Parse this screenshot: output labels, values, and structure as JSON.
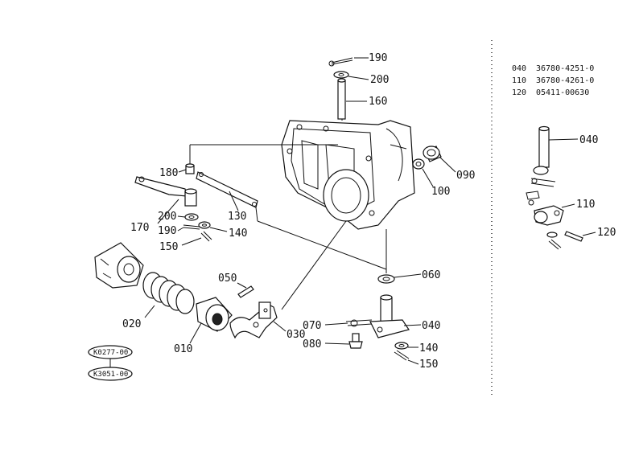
{
  "callouts": {
    "c190_top": "190",
    "c200_top": "200",
    "c160": "160",
    "c090": "090",
    "c100": "100",
    "c180": "180",
    "c170": "170",
    "c130": "130",
    "c200_left": "200",
    "c190_left": "190",
    "c140_left": "140",
    "c150_left": "150",
    "c050": "050",
    "c060": "060",
    "c020": "020",
    "c010": "010",
    "c030": "030",
    "c070": "070",
    "c040_main": "040",
    "c080": "080",
    "c140_low": "140",
    "c150_low": "150",
    "c040_inset": "040",
    "c110": "110",
    "c120": "120"
  },
  "references": {
    "ref_top": "K0277-00",
    "ref_bottom": "K3051-00"
  },
  "parts_list": [
    {
      "ref": "040",
      "part_no": "36780-4251-0"
    },
    {
      "ref": "110",
      "part_no": "36780-4261-0"
    },
    {
      "ref": "120",
      "part_no": "05411-00630"
    }
  ]
}
